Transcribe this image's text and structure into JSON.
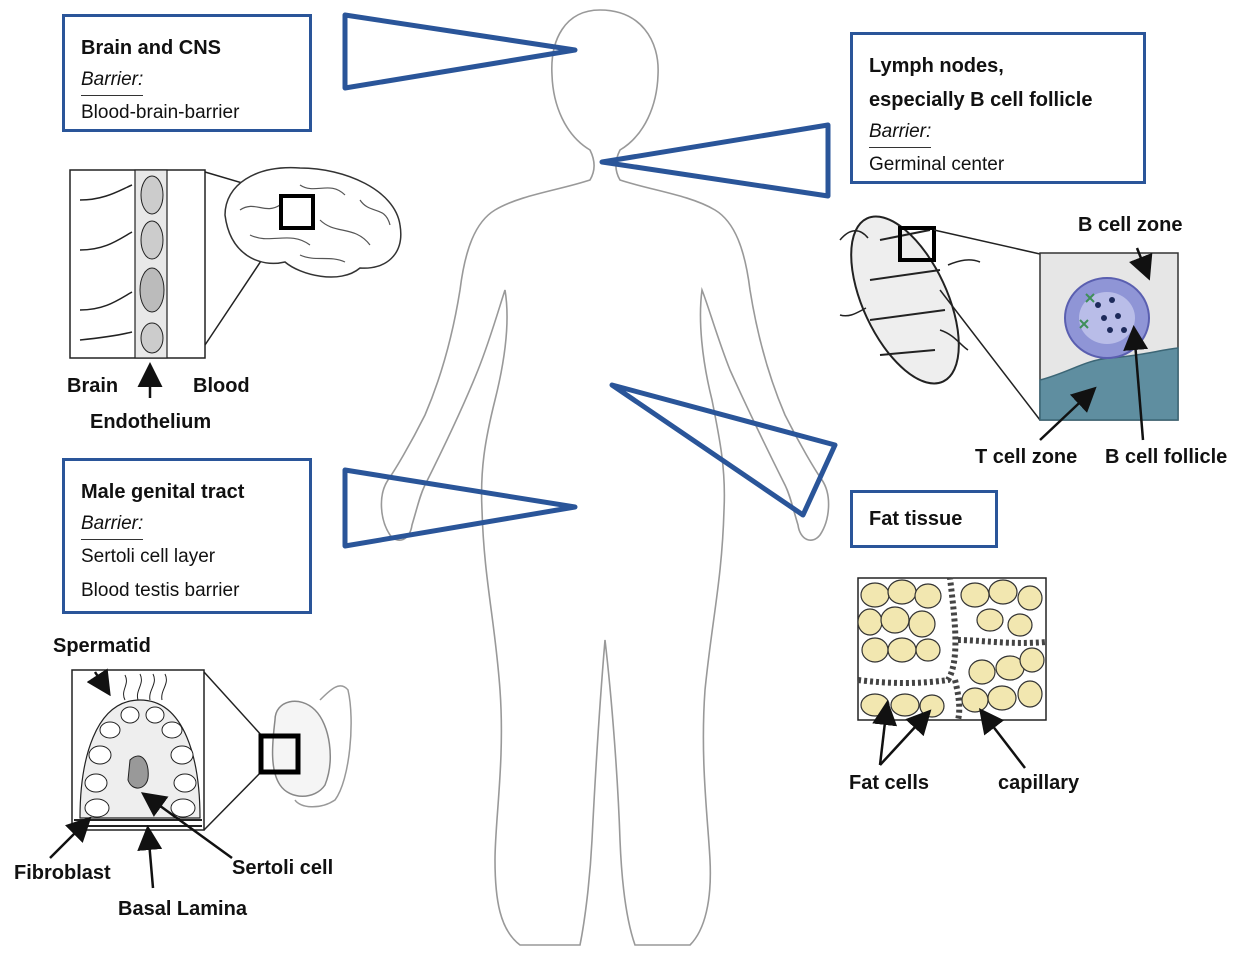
{
  "boxes": {
    "brain": {
      "title": "Brain and CNS",
      "barrier_label": "Barrier:",
      "barriers": [
        "Blood-brain-barrier"
      ]
    },
    "lymph": {
      "title_lines": [
        "Lymph nodes,",
        "especially B cell follicle"
      ],
      "barrier_label": "Barrier:",
      "barriers": [
        "Germinal center"
      ]
    },
    "genital": {
      "title": "Male genital tract",
      "barrier_label": "Barrier:",
      "barriers": [
        "Sertoli cell layer",
        "Blood testis barrier"
      ]
    },
    "fat": {
      "title": "Fat tissue"
    }
  },
  "labels": {
    "brain": "Brain",
    "blood": "Blood",
    "endothelium": "Endothelium",
    "b_cell_zone": "B cell zone",
    "t_cell_zone": "T cell zone",
    "b_cell_follicle": "B cell follicle",
    "spermatid": "Spermatid",
    "fibroblast": "Fibroblast",
    "sertoli_cell": "Sertoli cell",
    "basal_lamina": "Basal Lamina",
    "fat_cells": "Fat cells",
    "capillary": "capillary"
  },
  "colors": {
    "box_border": "#2a5599",
    "pointer": "#2a5599",
    "follicle": "#8f95d6",
    "t_zone": "#5f8ea0",
    "fat_cell": "#f2e7b0"
  }
}
